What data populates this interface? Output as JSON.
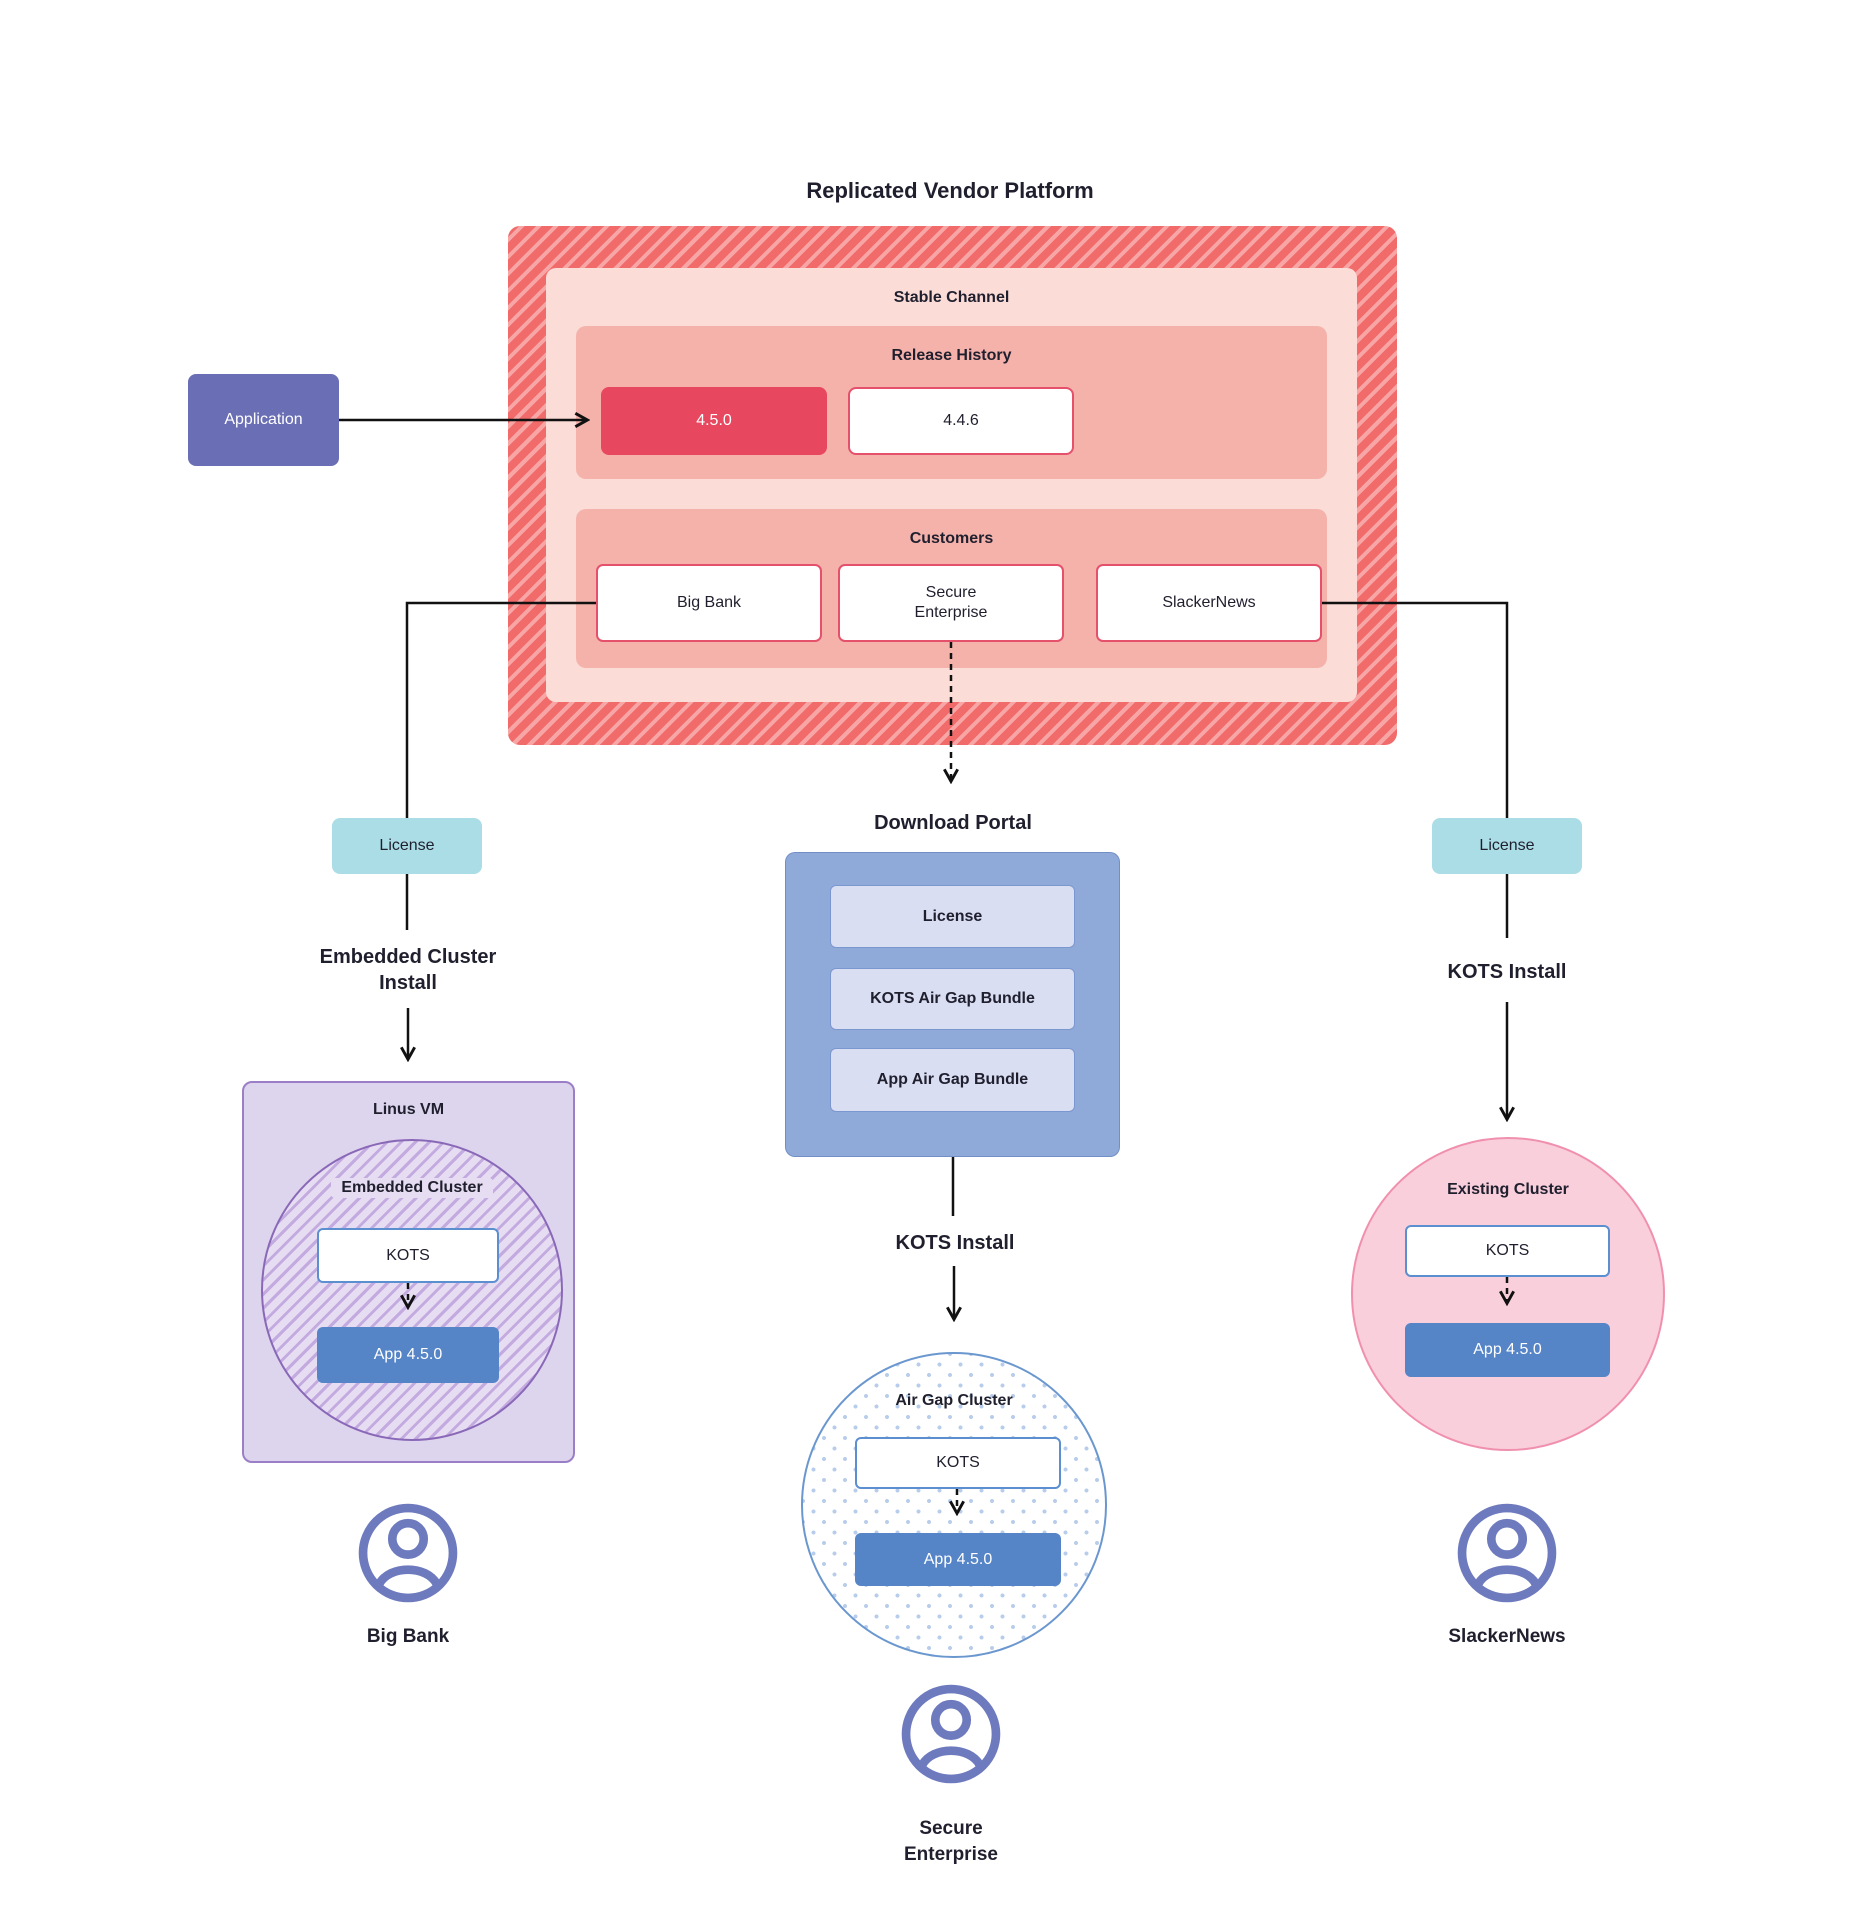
{
  "title": "Replicated Vendor Platform",
  "application": {
    "label": "Application"
  },
  "platform": {
    "stable_channel": {
      "label": "Stable Channel",
      "release_history": {
        "label": "Release History",
        "current_release": "4.5.0",
        "previous_release": "4.4.6"
      },
      "customers": {
        "label": "Customers",
        "items": [
          "Big Bank",
          "Secure Enterprise",
          "SlackerNews"
        ]
      }
    }
  },
  "download_portal": {
    "title": "Download Portal",
    "items": [
      "License",
      "KOTS Air Gap Bundle",
      "App Air Gap Bundle"
    ]
  },
  "branches": {
    "big_bank": {
      "license": "License",
      "install_label": "Embedded Cluster Install",
      "vm_label": "Linus VM",
      "cluster_label": "Embedded Cluster",
      "kots": "KOTS",
      "app": "App 4.5.0",
      "user": "Big Bank"
    },
    "secure_enterprise": {
      "install_label": "KOTS Install",
      "cluster_label": "Air Gap Cluster",
      "kots": "KOTS",
      "app": "App 4.5.0",
      "user": "Secure Enterprise"
    },
    "slackernews": {
      "license": "License",
      "install_label": "KOTS Install",
      "cluster_label": "Existing Cluster",
      "kots": "KOTS",
      "app": "App 4.5.0",
      "user": "SlackerNews"
    }
  },
  "colors": {
    "accent_red": "#e8485f",
    "hatch_red": "#f26b6b",
    "hatch_red_light": "#f7a5a5",
    "pink_light": "#fbdcd7",
    "pink_mid": "#f5b2ab",
    "purple_app": "#6a6eb5",
    "teal_license": "#abdde6",
    "portal_blue": "#8faad9",
    "portal_item_bg": "#d9def3",
    "app_blue": "#5584c7",
    "kots_border": "#5b8fd0",
    "vm_bg": "#ddd4ed",
    "vm_border": "#9b7fc6",
    "existing_bg": "#f9cfdb",
    "existing_border": "#f090ae",
    "airgap_border": "#6b97cf",
    "user_icon": "#6e7abe",
    "line": "#111111"
  }
}
